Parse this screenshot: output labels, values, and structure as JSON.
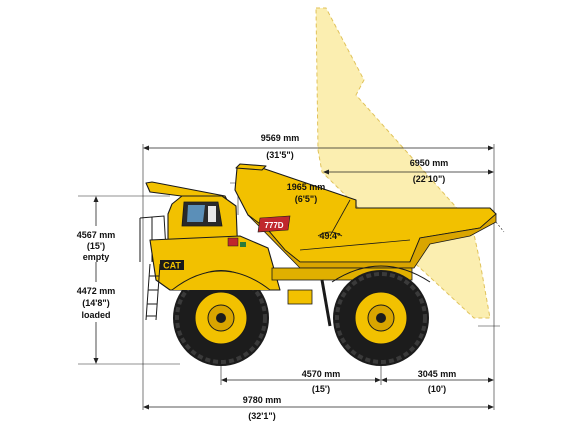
{
  "dimensions": {
    "overall_length_top": {
      "metric": "9569 mm",
      "imperial": "(31'5\")"
    },
    "dump_reach": {
      "metric": "6950 mm",
      "imperial": "(22'10\")"
    },
    "canopy_height_diff": {
      "metric": "1965 mm",
      "imperial": "(6'5\")"
    },
    "dump_angle": "49.4°",
    "height_empty": {
      "metric": "4567 mm",
      "imperial": "(15')",
      "state": "empty"
    },
    "height_loaded": {
      "metric": "4472 mm",
      "imperial": "(14'8\")",
      "state": "loaded"
    },
    "wheelbase": {
      "metric": "4570 mm",
      "imperial": "(15')"
    },
    "rear_overhang": {
      "metric": "3045 mm",
      "imperial": "(10')"
    },
    "overall_length_bottom": {
      "metric": "9780 mm",
      "imperial": "(32'1\")"
    }
  },
  "truck": {
    "brand": "CAT",
    "model": "777D"
  },
  "colors": {
    "body": "#f2c100",
    "body_shade": "#d9a500",
    "dump_ghost": "#fbeeb0",
    "tire": "#1c1c1c",
    "outline": "#1a1a1a"
  }
}
